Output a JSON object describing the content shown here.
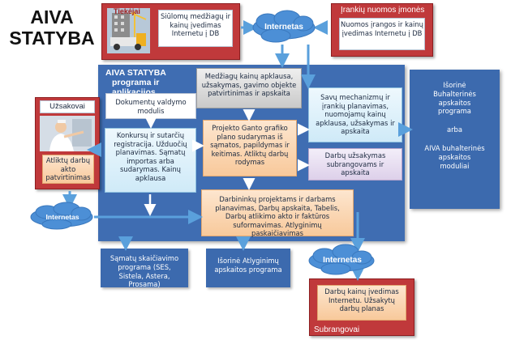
{
  "brand": {
    "line1": "AIVA",
    "line2": "STATYBA"
  },
  "main": {
    "label_line1": "AIVA STATYBA",
    "label_line2": "programa ir aplikacijos"
  },
  "suppliers": {
    "label": "Tiekėjai",
    "text": "Siūlomų medžiagų ir kainų įvedimas Internetu į DB"
  },
  "rental": {
    "label": "Įrankių  nuomos įmonės",
    "text": "Nuomos įrangos ir kainų įvedimas Internetu į DB"
  },
  "clients": {
    "label": "Užsakovai",
    "text": "Atliktų darbų akto patvirtinimas"
  },
  "subcontractors": {
    "label": "Subrangovai",
    "text": "Darbų kainų įvedimas Internetu. Užsakytų darbų planas"
  },
  "internet_clouds": {
    "top": "Internetas",
    "left": "Internetas",
    "bottom": "Internetas"
  },
  "modules": {
    "documents": "Dokumentų valdymo modulis",
    "materials": "Medžiagų kainų apklausa, užsakymas, gavimo objekte patvirtinimas ir apskaita",
    "contracts": "Konkursų  ir sutarčių registracija. Užduočių planavimas. Sąmatų importas arba sudarymas. Kainų apklausa",
    "gantt": "Projekto Ganto grafiko plano sudarymas iš sąmatos, papildymas ir keitimas. Atliktų darbų rodymas",
    "mechanisms": "Savų mechanizmų ir įrankių planavimas, nuomojamų kainų apklausa, užsakymas ir apskaita",
    "subcontract_orders": "Darbų užsakymas subrangovams ir apskaita",
    "workers": "Darbininkų projektams ir darbams planavimas,  Darbų apskaita, Tabelis, Darbų atlikimo akto ir faktūros suformavimas.  Atlyginimų paskaičiavimas"
  },
  "external": {
    "accounting": "Išorinė Buhalterinės apskaitos programa",
    "accounting_or": "arba",
    "aiva_accounting": "AIVA buhalterinės apskaitos moduliai",
    "estimates": "Sąmatų  skaičiavimo programa (SES, Sistela, Astera, Prosama)",
    "salary": "Išorinė Atlyginimų apskaitos programa"
  },
  "colors": {
    "brand_red": "#c0393b",
    "main_blue": "#3f6db2",
    "arrow_blue": "#5aa0dc"
  }
}
